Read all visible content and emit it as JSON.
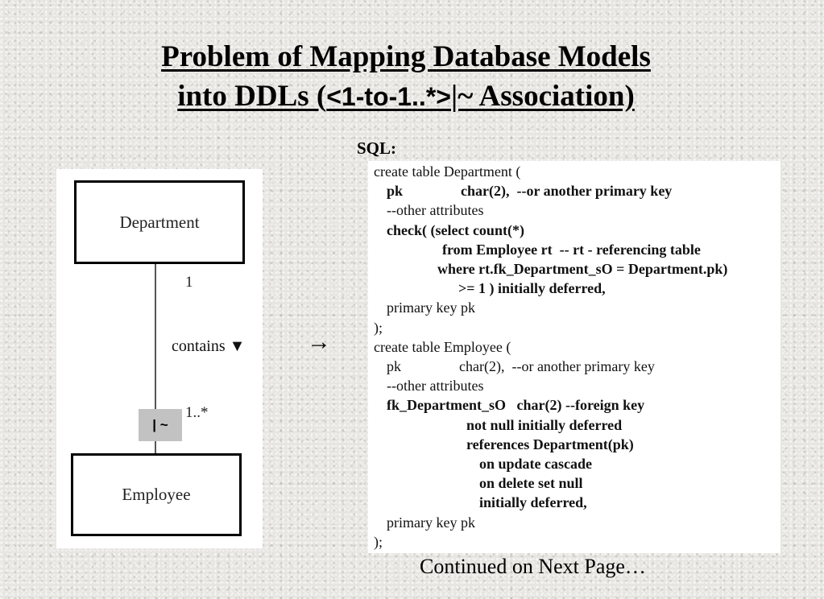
{
  "title": {
    "line1": "Problem of Mapping Database Models",
    "line2_prefix": "into DDLs (",
    "line2_assoc": "<1-to-1..*>",
    "line2_suffix": "|~ Association)"
  },
  "sql_label": "SQL:",
  "diagram": {
    "class_top": "Department",
    "class_bottom": "Employee",
    "mult_top": "1",
    "mult_bottom": "1..*",
    "association_name": "contains ▼",
    "tag": "| ~"
  },
  "arrow": "→",
  "code_lines": [
    {
      "text": "create table Department (",
      "bold": false,
      "indent": 7
    },
    {
      "text": "pk                char(2),  --or another primary key",
      "bold": true,
      "indent": 23
    },
    {
      "text": "--other attributes",
      "bold": false,
      "indent": 23
    },
    {
      "text": "check( (select count(*)",
      "bold": true,
      "indent": 23
    },
    {
      "text": "from Employee rt  -- rt - referencing table",
      "bold": true,
      "indent": 92
    },
    {
      "text": "where rt.fk_Department_sO = Department.pk)",
      "bold": true,
      "indent": 86
    },
    {
      "text": ">= 1 ) initially deferred,",
      "bold": true,
      "indent": 112
    },
    {
      "text": "primary key pk",
      "bold": false,
      "indent": 23
    },
    {
      "text": ");",
      "bold": false,
      "indent": 7
    },
    {
      "text": "create table Employee (",
      "bold": false,
      "indent": 7
    },
    {
      "text": "pk                char(2),  --or another primary key",
      "bold": false,
      "indent": 23
    },
    {
      "text": "--other attributes",
      "bold": false,
      "indent": 23
    },
    {
      "text": "fk_Department_sO   char(2) --foreign key",
      "bold": true,
      "indent": 23
    },
    {
      "text": "not null initially deferred",
      "bold": true,
      "indent": 122
    },
    {
      "text": "references Department(pk)",
      "bold": true,
      "indent": 122
    },
    {
      "text": "on update cascade",
      "bold": true,
      "indent": 138
    },
    {
      "text": "on delete set null",
      "bold": true,
      "indent": 138
    },
    {
      "text": "initially deferred,",
      "bold": true,
      "indent": 138
    },
    {
      "text": "primary key pk",
      "bold": false,
      "indent": 23
    },
    {
      "text": ");",
      "bold": false,
      "indent": 7
    }
  ],
  "footer": "Continued on Next Page…"
}
